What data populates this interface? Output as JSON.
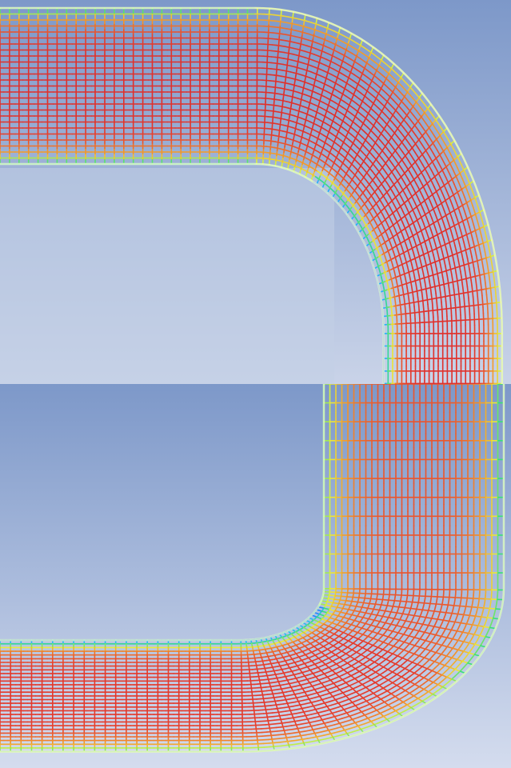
{
  "figure": {
    "panels": [
      {
        "id": "top",
        "kind": "pipe-bend-mesh",
        "bend": "right-turn-downward",
        "background_top": "#7d98c9",
        "background_bottom": "#c9d3e8",
        "colormap": [
          "#1a3cff",
          "#27b7ff",
          "#39e07a",
          "#e9f23a",
          "#f39a2b",
          "#e8432c",
          "#d81f2a"
        ],
        "wall_low_speed_color": "#1f6dff"
      },
      {
        "id": "bottom",
        "kind": "pipe-bend-mesh",
        "bend": "right-turn-leftward",
        "background_top": "#7d98c9",
        "background_bottom": "#d4dcee",
        "colormap": [
          "#1a3cff",
          "#27b7ff",
          "#39e07a",
          "#e9f23a",
          "#f39a2b",
          "#e8432c",
          "#d81f2a"
        ],
        "wall_low_speed_color": "#1f6dff"
      }
    ]
  }
}
